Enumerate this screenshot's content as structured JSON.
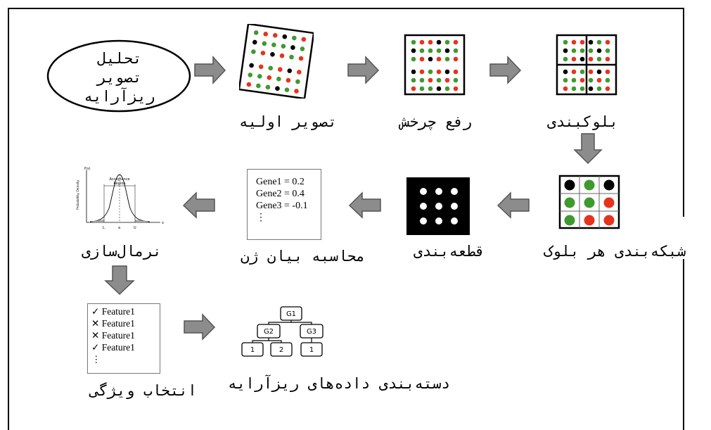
{
  "nodes": {
    "analysis": [
      "تحلیل",
      "تصویر",
      "ریزآرایه"
    ],
    "initial_image": "تصویر اولیه",
    "remove_rotation": "رفع چرخش",
    "blocking": "بلوکبندی",
    "block_grid": "شبکه‌بندی هر بلوک",
    "segmentation": "قطعه‌بندی",
    "gene_expression": "محاسبه بیان ژن",
    "normalization": "نرمال‌سازی",
    "feature_selection": "انتخاب ویژگی",
    "classification": "دسته‌بندی داده‌های ریزآرایه"
  },
  "gene_values": [
    "Gene1 = 0.2",
    "Gene2 = 0.4",
    "Gene3 = -0.1",
    "⋮"
  ],
  "features": [
    {
      "mark": "✓",
      "label": "Feature1"
    },
    {
      "mark": "✕",
      "label": "Feature1"
    },
    {
      "mark": "✕",
      "label": "Feature1"
    },
    {
      "mark": "✓",
      "label": "Feature1"
    },
    {
      "mark": "⋮",
      "label": ""
    }
  ],
  "tree": {
    "root": "G1",
    "left": "G2",
    "right": "G3",
    "leaves": [
      "1",
      "2",
      "1"
    ]
  },
  "distribution_plot": {
    "region": [
      "Acceptance",
      "Region"
    ],
    "ylabel": "Probability Density",
    "ticks": [
      "L",
      "a",
      "U"
    ],
    "top": "f(x)",
    "xend": "x"
  },
  "colors": {
    "red": "#e8331c",
    "green": "#3e9a2f",
    "black": "#000000",
    "arrow_fill": "#8c8c8c",
    "arrow_stroke": "#555555"
  }
}
